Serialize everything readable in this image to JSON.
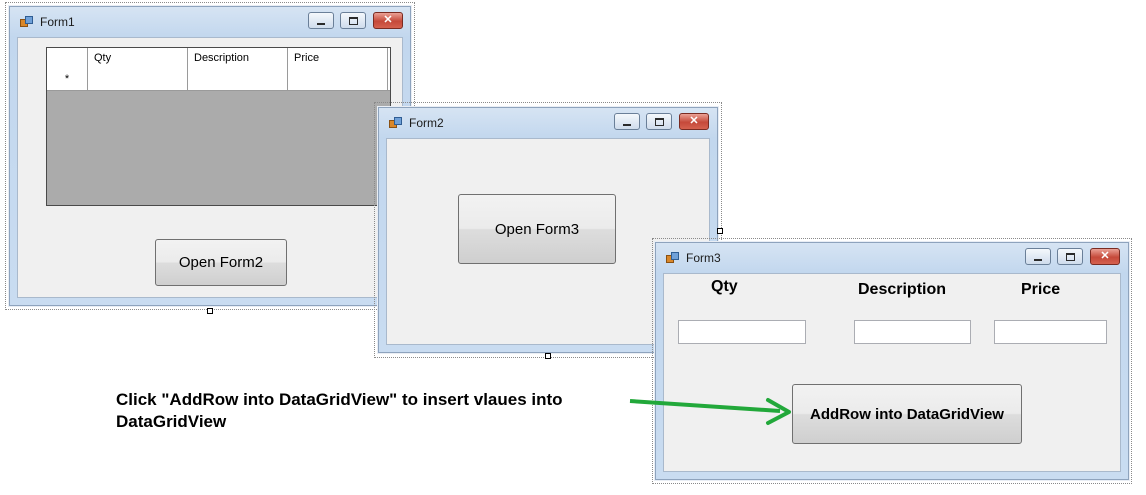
{
  "form1": {
    "title": "Form1",
    "grid": {
      "columns": [
        "Qty",
        "Description",
        "Price"
      ],
      "new_row_marker": "*"
    },
    "open_button": "Open Form2"
  },
  "form2": {
    "title": "Form2",
    "open_button": "Open Form3"
  },
  "form3": {
    "title": "Form3",
    "labels": {
      "qty": "Qty",
      "description": "Description",
      "price": "Price"
    },
    "add_button": "AddRow into DataGridView"
  },
  "window_controls": {
    "minimize": "minimize-icon",
    "maximize": "maximize-icon",
    "close": "close-icon",
    "close_glyph": "✕"
  },
  "annotation": {
    "text": "Click \"AddRow into DataGridView\" to insert vlaues into DataGridView",
    "arrow_color": "#22a83a"
  }
}
